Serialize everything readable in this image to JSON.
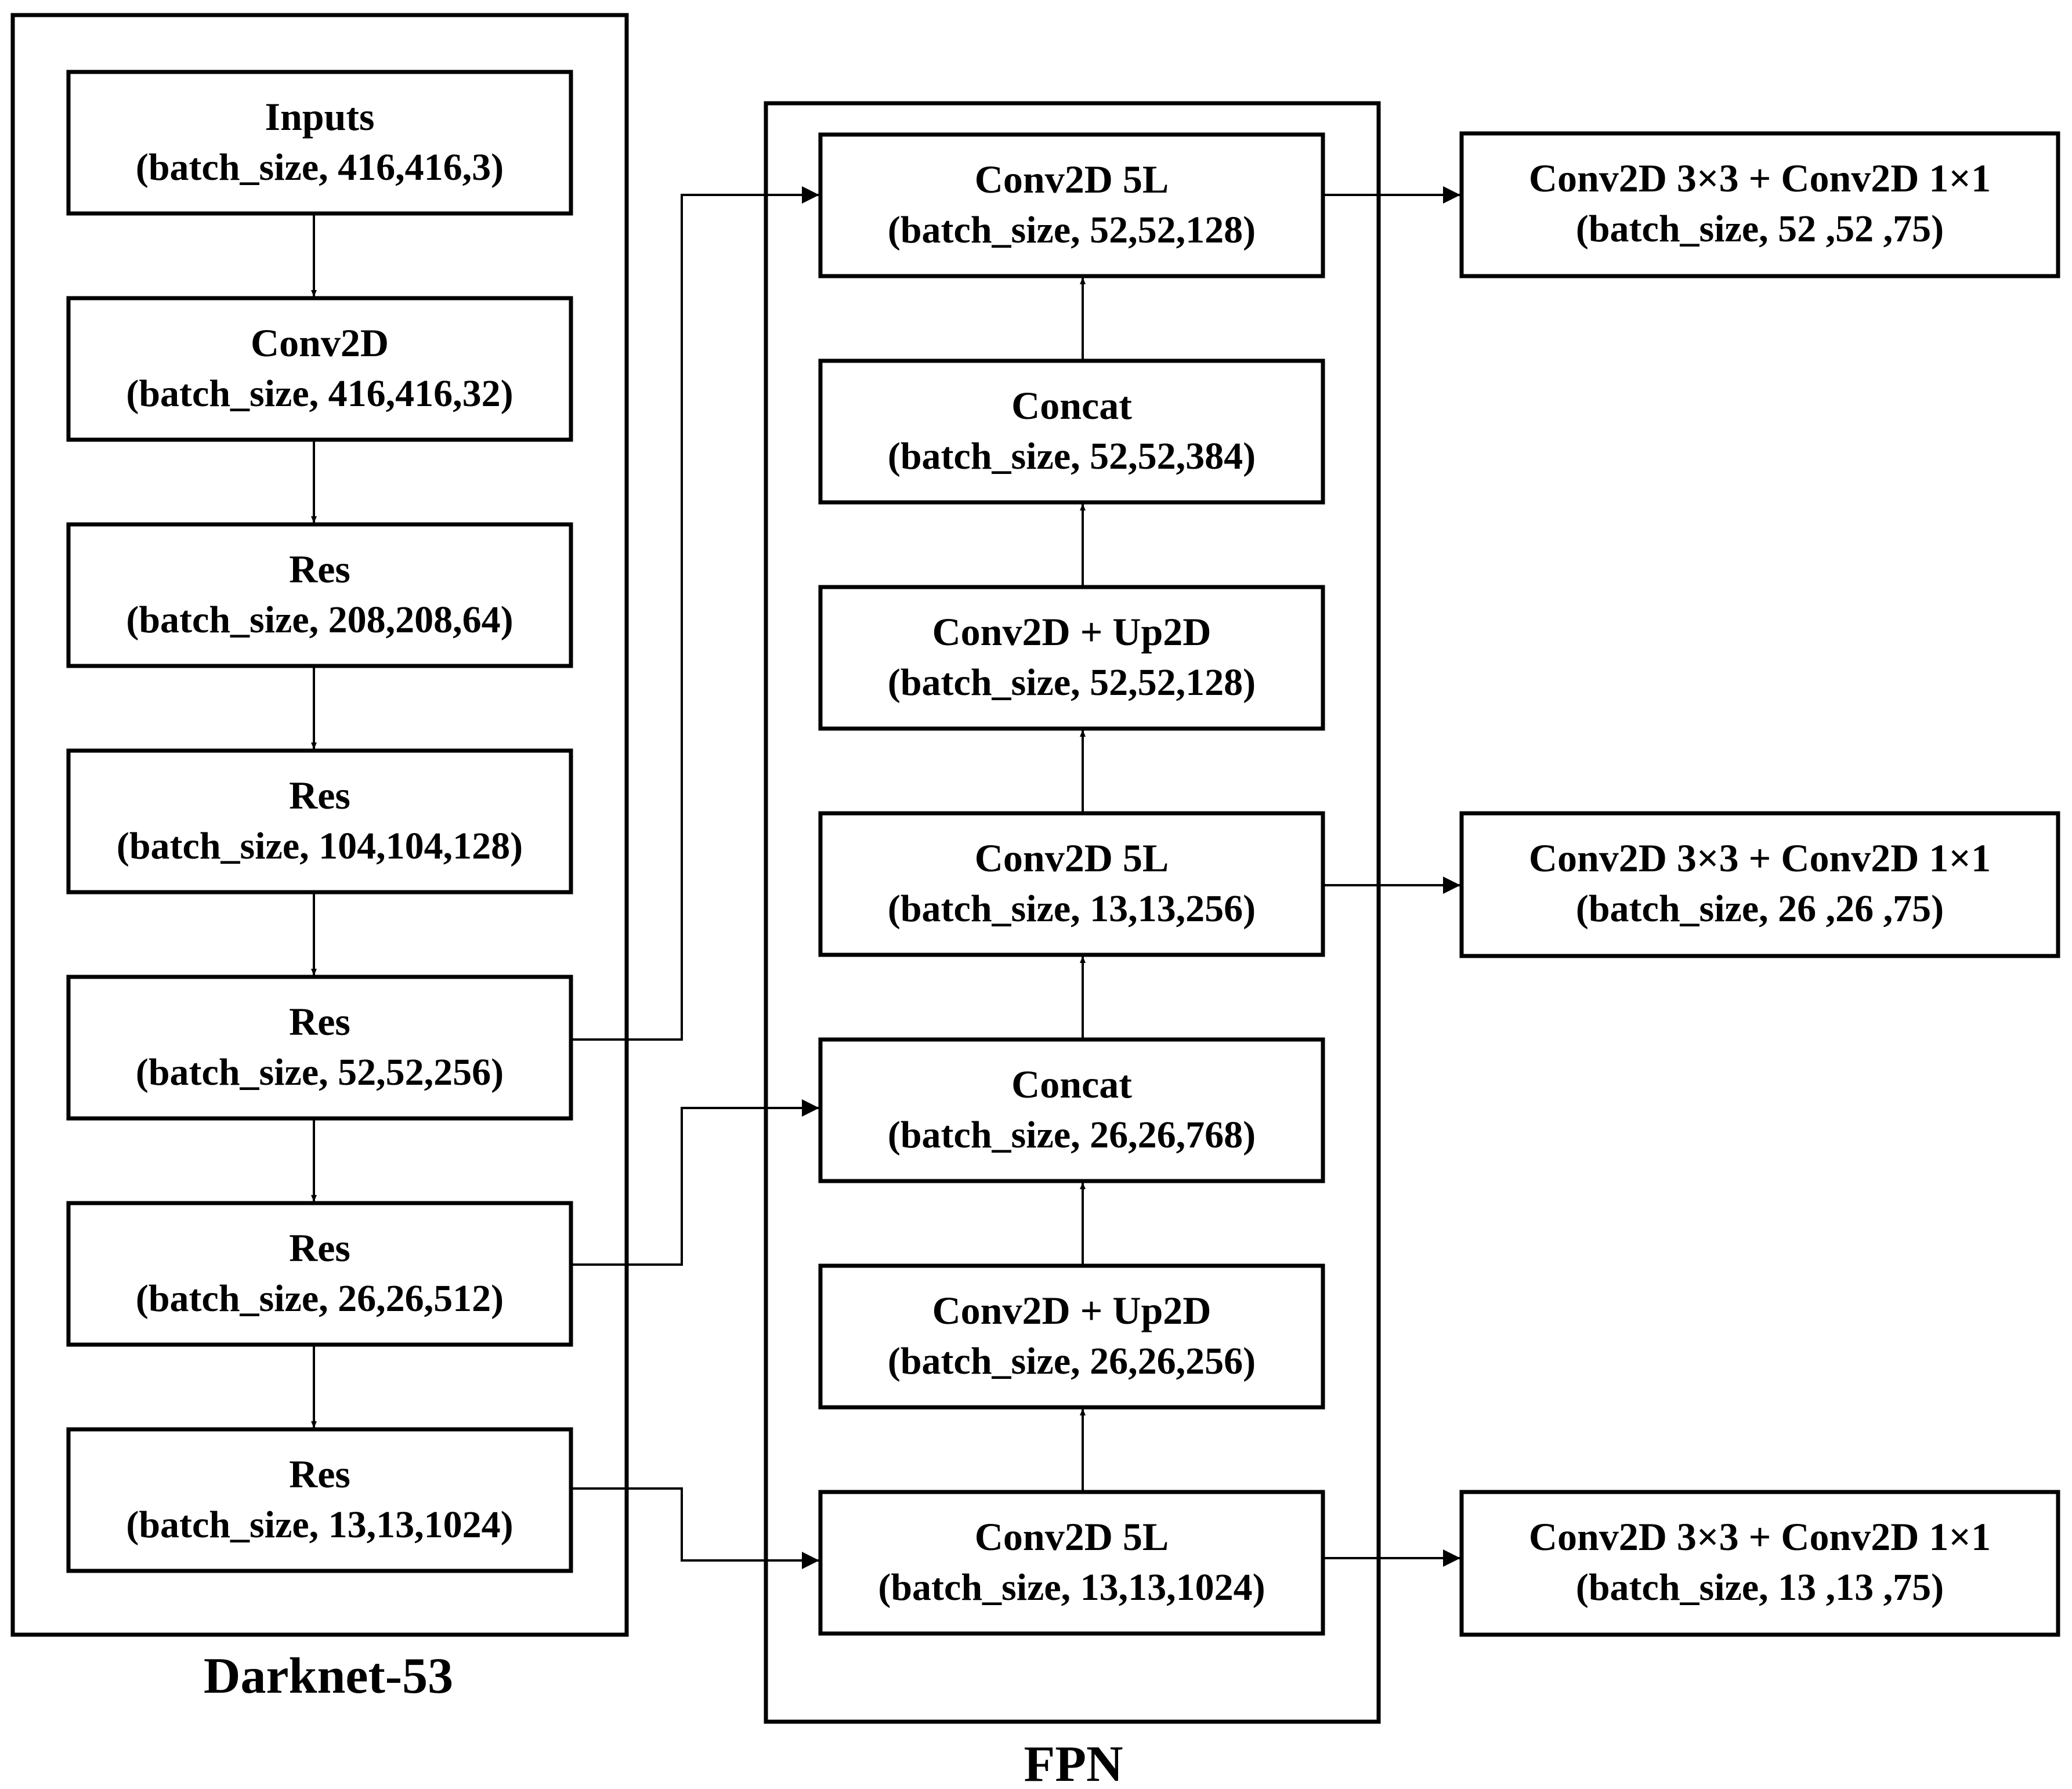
{
  "darknet": {
    "caption": "Darknet-53",
    "blocks": [
      {
        "title": "Inputs",
        "shape": "(batch_size, 416,416,3)"
      },
      {
        "title": "Conv2D",
        "shape": "(batch_size, 416,416,32)"
      },
      {
        "title": "Res",
        "shape": "(batch_size, 208,208,64)"
      },
      {
        "title": "Res",
        "shape": "(batch_size, 104,104,128)"
      },
      {
        "title": "Res",
        "shape": "(batch_size, 52,52,256)"
      },
      {
        "title": "Res",
        "shape": "(batch_size, 26,26,512)"
      },
      {
        "title": "Res",
        "shape": "(batch_size, 13,13,1024)"
      }
    ]
  },
  "fpn": {
    "caption": "FPN",
    "blocks": [
      {
        "title": "Conv2D 5L",
        "shape": "(batch_size, 52,52,128)"
      },
      {
        "title": "Concat",
        "shape": "(batch_size, 52,52,384)"
      },
      {
        "title": "Conv2D + Up2D",
        "shape": "(batch_size, 52,52,128)"
      },
      {
        "title": "Conv2D 5L",
        "shape": "(batch_size, 13,13,256)"
      },
      {
        "title": "Concat",
        "shape": "(batch_size, 26,26,768)"
      },
      {
        "title": "Conv2D + Up2D",
        "shape": "(batch_size, 26,26,256)"
      },
      {
        "title": "Conv2D 5L",
        "shape": "(batch_size, 13,13,1024)"
      }
    ]
  },
  "heads": [
    {
      "title": "Conv2D 3×3 + Conv2D 1×1",
      "shape": "(batch_size, 52 ,52 ,75)"
    },
    {
      "title": "Conv2D 3×3 + Conv2D 1×1",
      "shape": "(batch_size, 26 ,26 ,75)"
    },
    {
      "title": "Conv2D 3×3 + Conv2D 1×1",
      "shape": "(batch_size, 13 ,13  ,75)"
    }
  ]
}
